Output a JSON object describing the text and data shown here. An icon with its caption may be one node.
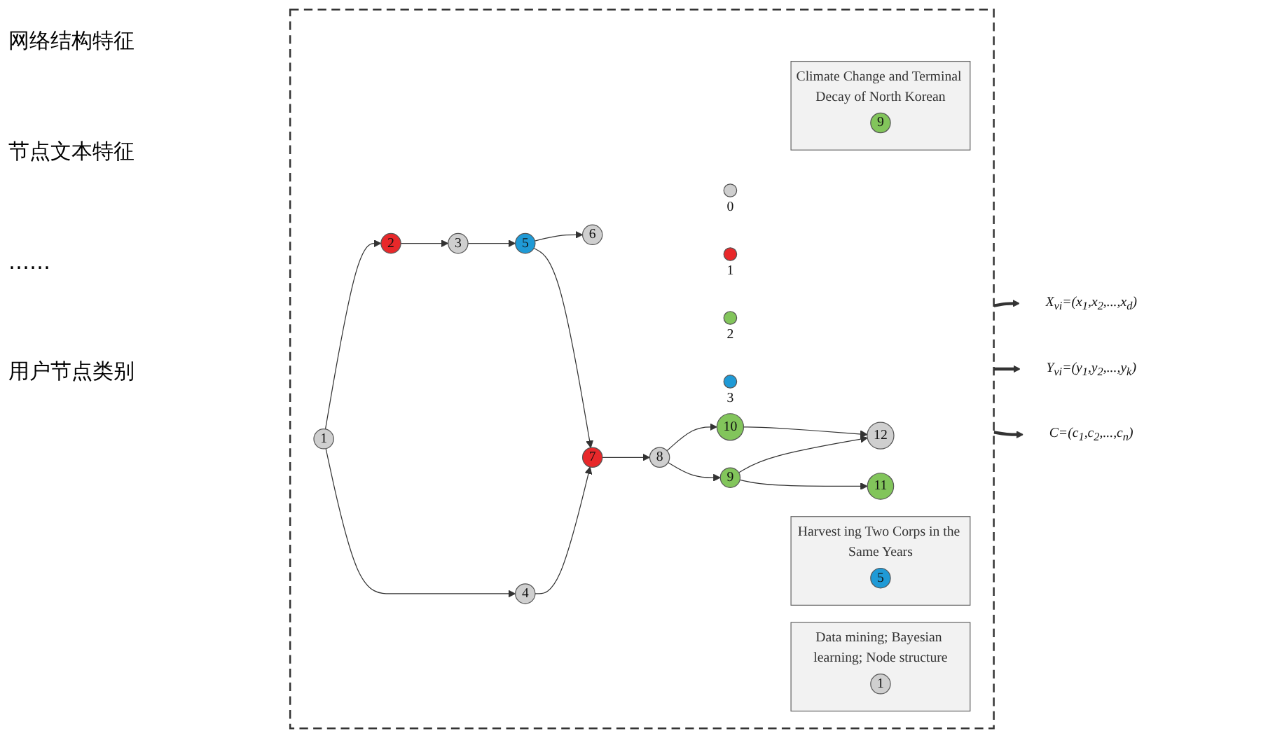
{
  "diagram": {
    "nodes": [
      {
        "text": [],
        "shape": "box"
      },
      {
        "text": [
          "1"
        ],
        "in": 0
      },
      {
        "text": [
          "2"
        ],
        "in": 0
      },
      {
        "text": [
          "3"
        ],
        "in": 0
      },
      {
        "text": [
          "4"
        ],
        "in": 0
      },
      {
        "text": [
          "5"
        ],
        "in": 0
      },
      {
        "text": [
          "6"
        ],
        "in": 0
      },
      {
        "text": [
          "7"
        ],
        "in": 0
      },
      {
        "text": [
          "8"
        ],
        "in": 0
      },
      {
        "text": [
          "9"
        ],
        "in": 0
      },
      {
        "text": [
          "10"
        ],
        "in": 0
      },
      {
        "text": [
          "11"
        ],
        "in": 0
      },
      {
        "text": [
          "12"
        ],
        "in": 0
      },
      {
        "text": [
          "Data mining; Bayesian learning; Node structure"
        ],
        "in": 0
      },
      {
        "text": [
          "1"
        ],
        "in": 13
      },
      {
        "text": [
          "Harvest ing Two Corps in the Same Years"
        ],
        "in": 0
      },
      {
        "text": [
          "5"
        ],
        "in": 15
      },
      {
        "text": [
          "Climate Change and Terminal Decay of North Korean"
        ],
        "in": 0
      },
      {
        "text": [
          "9"
        ],
        "in": 17
      },
      {
        "text": [],
        "shape": "circle",
        "in": 0,
        "beside": [
          "0"
        ]
      },
      {
        "text": [],
        "shape": "circle",
        "in": 0,
        "beside": [
          "1"
        ]
      },
      {
        "text": [],
        "shape": "circle",
        "in": 0,
        "beside": [
          "2"
        ]
      },
      {
        "text": [],
        "shape": "circle",
        "in": 0,
        "beside": [
          "3"
        ]
      },
      {
        "text": [
          "X$_{vi}$=(x$_{1}$,x$_{2}$,...,x$_{d}$)"
        ]
      },
      {
        "text": [
          "Y$_{vi}$=(y$_{1}$,y$_{2}$,...,y$_{k}$)"
        ]
      },
      {
        "text": [
          "C=(c$_{1}$,c$_{2}$,...,c$_{n}$)"
        ]
      }
    ],
    "edges": [
      {
        "from": 1,
        "to": 2,
        "arrow": "to"
      },
      {
        "from": 2,
        "to": 3,
        "arrow": "to"
      },
      {
        "from": 3,
        "to": 5,
        "arrow": "to"
      },
      {
        "from": 5,
        "to": 6,
        "arrow": "to"
      },
      {
        "from": 5,
        "to": 7,
        "arrow": "to"
      },
      {
        "from": 1,
        "to": 4,
        "arrow": "to"
      },
      {
        "from": 4,
        "to": 7,
        "arrow": "to"
      },
      {
        "from": 7,
        "to": 8,
        "arrow": "to"
      },
      {
        "from": 8,
        "to": 10,
        "arrow": "to"
      },
      {
        "from": 8,
        "to": 9,
        "arrow": "to"
      },
      {
        "from": 10,
        "to": 12,
        "arrow": "to"
      },
      {
        "from": 9,
        "to": 12,
        "arrow": "to"
      },
      {
        "from": 9,
        "to": 11,
        "arrow": "to"
      },
      {
        "from": 0,
        "to": 23,
        "arrow": "to",
        "style": "thick"
      },
      {
        "from": 0,
        "to": 24,
        "arrow": "to",
        "style": "thick"
      },
      {
        "from": 0,
        "to": 25,
        "arrow": "to",
        "style": "thick"
      }
    ],
    "labels": [
      "网络结构特征",
      "节点文本特征",
      "……",
      "用户节点类别"
    ]
  }
}
